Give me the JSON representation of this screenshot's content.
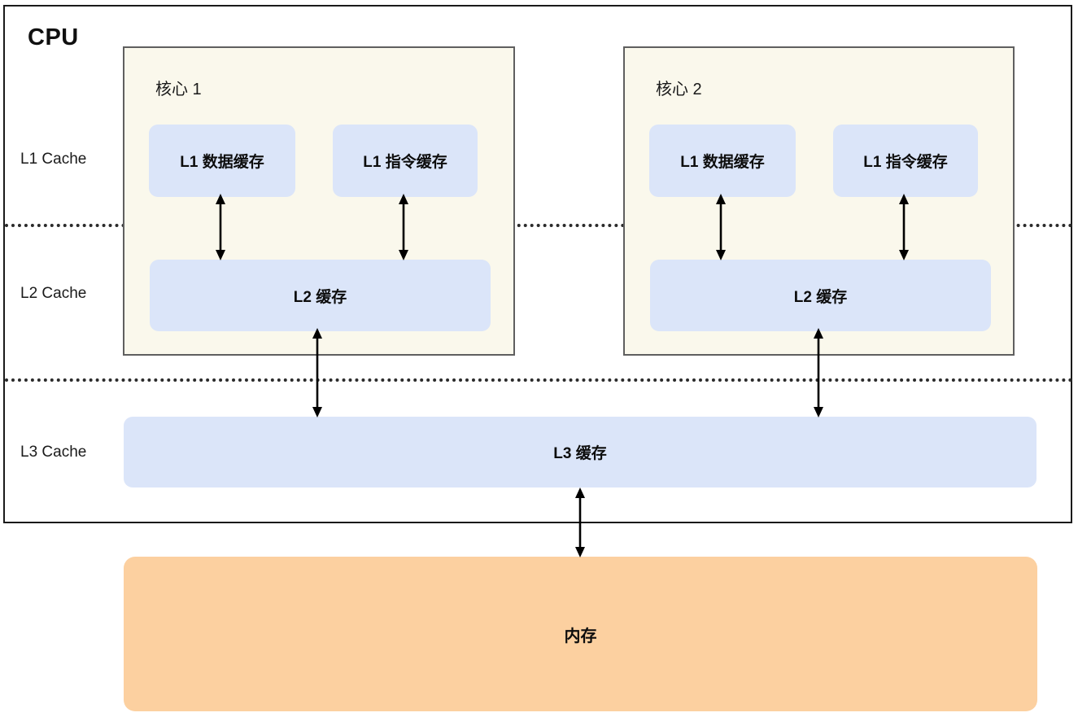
{
  "diagram": {
    "title": "CPU",
    "level_labels": [
      {
        "id": "l1",
        "text": "L1 Cache"
      },
      {
        "id": "l2",
        "text": "L2 Cache"
      },
      {
        "id": "l3",
        "text": "L3 Cache"
      }
    ],
    "cores": [
      {
        "title": "核心 1",
        "l1_data": "L1 数据缓存",
        "l1_instruction": "L1 指令缓存",
        "l2": "L2 缓存"
      },
      {
        "title": "核心 2",
        "l1_data": "L1 数据缓存",
        "l1_instruction": "L1 指令缓存",
        "l2": "L2 缓存"
      }
    ],
    "l3_label": "L3 缓存",
    "memory_label": "内存",
    "colors": {
      "cache_fill": "#dbe5f9",
      "core_fill": "#faf8ec",
      "memory_fill": "#fcd0a0",
      "outline": "#1a1a1a",
      "core_outline": "#5f5f5f",
      "separator": "#2b2b2b",
      "page_background": "#ffffff"
    }
  }
}
